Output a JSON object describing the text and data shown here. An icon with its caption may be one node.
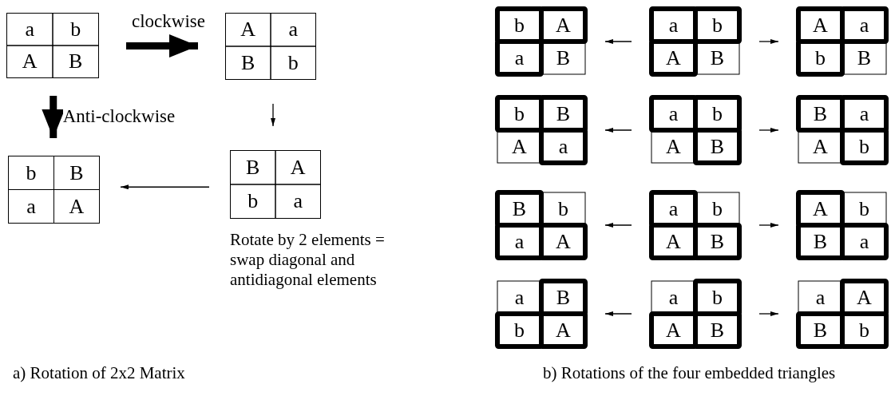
{
  "diagram": {
    "nodes": [
      {
        "text": [
          "a",
          "b",
          "A",
          "B"
        ]
      },
      {
        "text": [
          "A",
          "a",
          "B",
          "b"
        ]
      },
      {
        "text": [
          "b",
          "B",
          "a",
          "A"
        ]
      },
      {
        "text": [
          "B",
          "A",
          "b",
          "a"
        ],
        "beside": [
          "Rotate by 2 elements = swap diagonal and antidiagonal elements"
        ]
      },
      {
        "text": [
          "b",
          "A",
          "a",
          "B"
        ]
      },
      {
        "text": [
          "a",
          "b",
          "A",
          "B"
        ]
      },
      {
        "text": [
          "A",
          "a",
          "b",
          "B"
        ]
      },
      {
        "text": [
          "b",
          "B",
          "A",
          "a"
        ]
      },
      {
        "text": [
          "a",
          "b",
          "A",
          "B"
        ]
      },
      {
        "text": [
          "B",
          "a",
          "A",
          "b"
        ]
      },
      {
        "text": [
          "B",
          "b",
          "a",
          "A"
        ]
      },
      {
        "text": [
          "a",
          "b",
          "A",
          "B"
        ]
      },
      {
        "text": [
          "A",
          "b",
          "B",
          "a"
        ]
      },
      {
        "text": [
          "a",
          "B",
          "b",
          "A"
        ]
      },
      {
        "text": [
          "a",
          "b",
          "A",
          "B"
        ]
      },
      {
        "text": [
          "a",
          "A",
          "B",
          "b"
        ]
      }
    ],
    "edges": [
      {
        "from": 0,
        "to": 1,
        "arrow": "to",
        "label": "clockwise",
        "style": "thick"
      },
      {
        "from": 0,
        "to": 2,
        "arrow": "to",
        "label": "Anti-clockwise",
        "style": "thick"
      },
      {
        "from": 1,
        "to": 3,
        "arrow": "to"
      },
      {
        "from": 3,
        "to": 2,
        "arrow": "to"
      },
      {
        "from": 5,
        "to": 4,
        "arrow": "to"
      },
      {
        "from": 5,
        "to": 6,
        "arrow": "to"
      },
      {
        "from": 8,
        "to": 7,
        "arrow": "to"
      },
      {
        "from": 8,
        "to": 9,
        "arrow": "to"
      },
      {
        "from": 11,
        "to": 10,
        "arrow": "to"
      },
      {
        "from": 11,
        "to": 12,
        "arrow": "to"
      },
      {
        "from": 14,
        "to": 13,
        "arrow": "to"
      },
      {
        "from": 14,
        "to": 15,
        "arrow": "to"
      }
    ],
    "labels": [
      "a) Rotation of 2x2 Matrix",
      "b) Rotations of the four embedded triangles"
    ]
  }
}
